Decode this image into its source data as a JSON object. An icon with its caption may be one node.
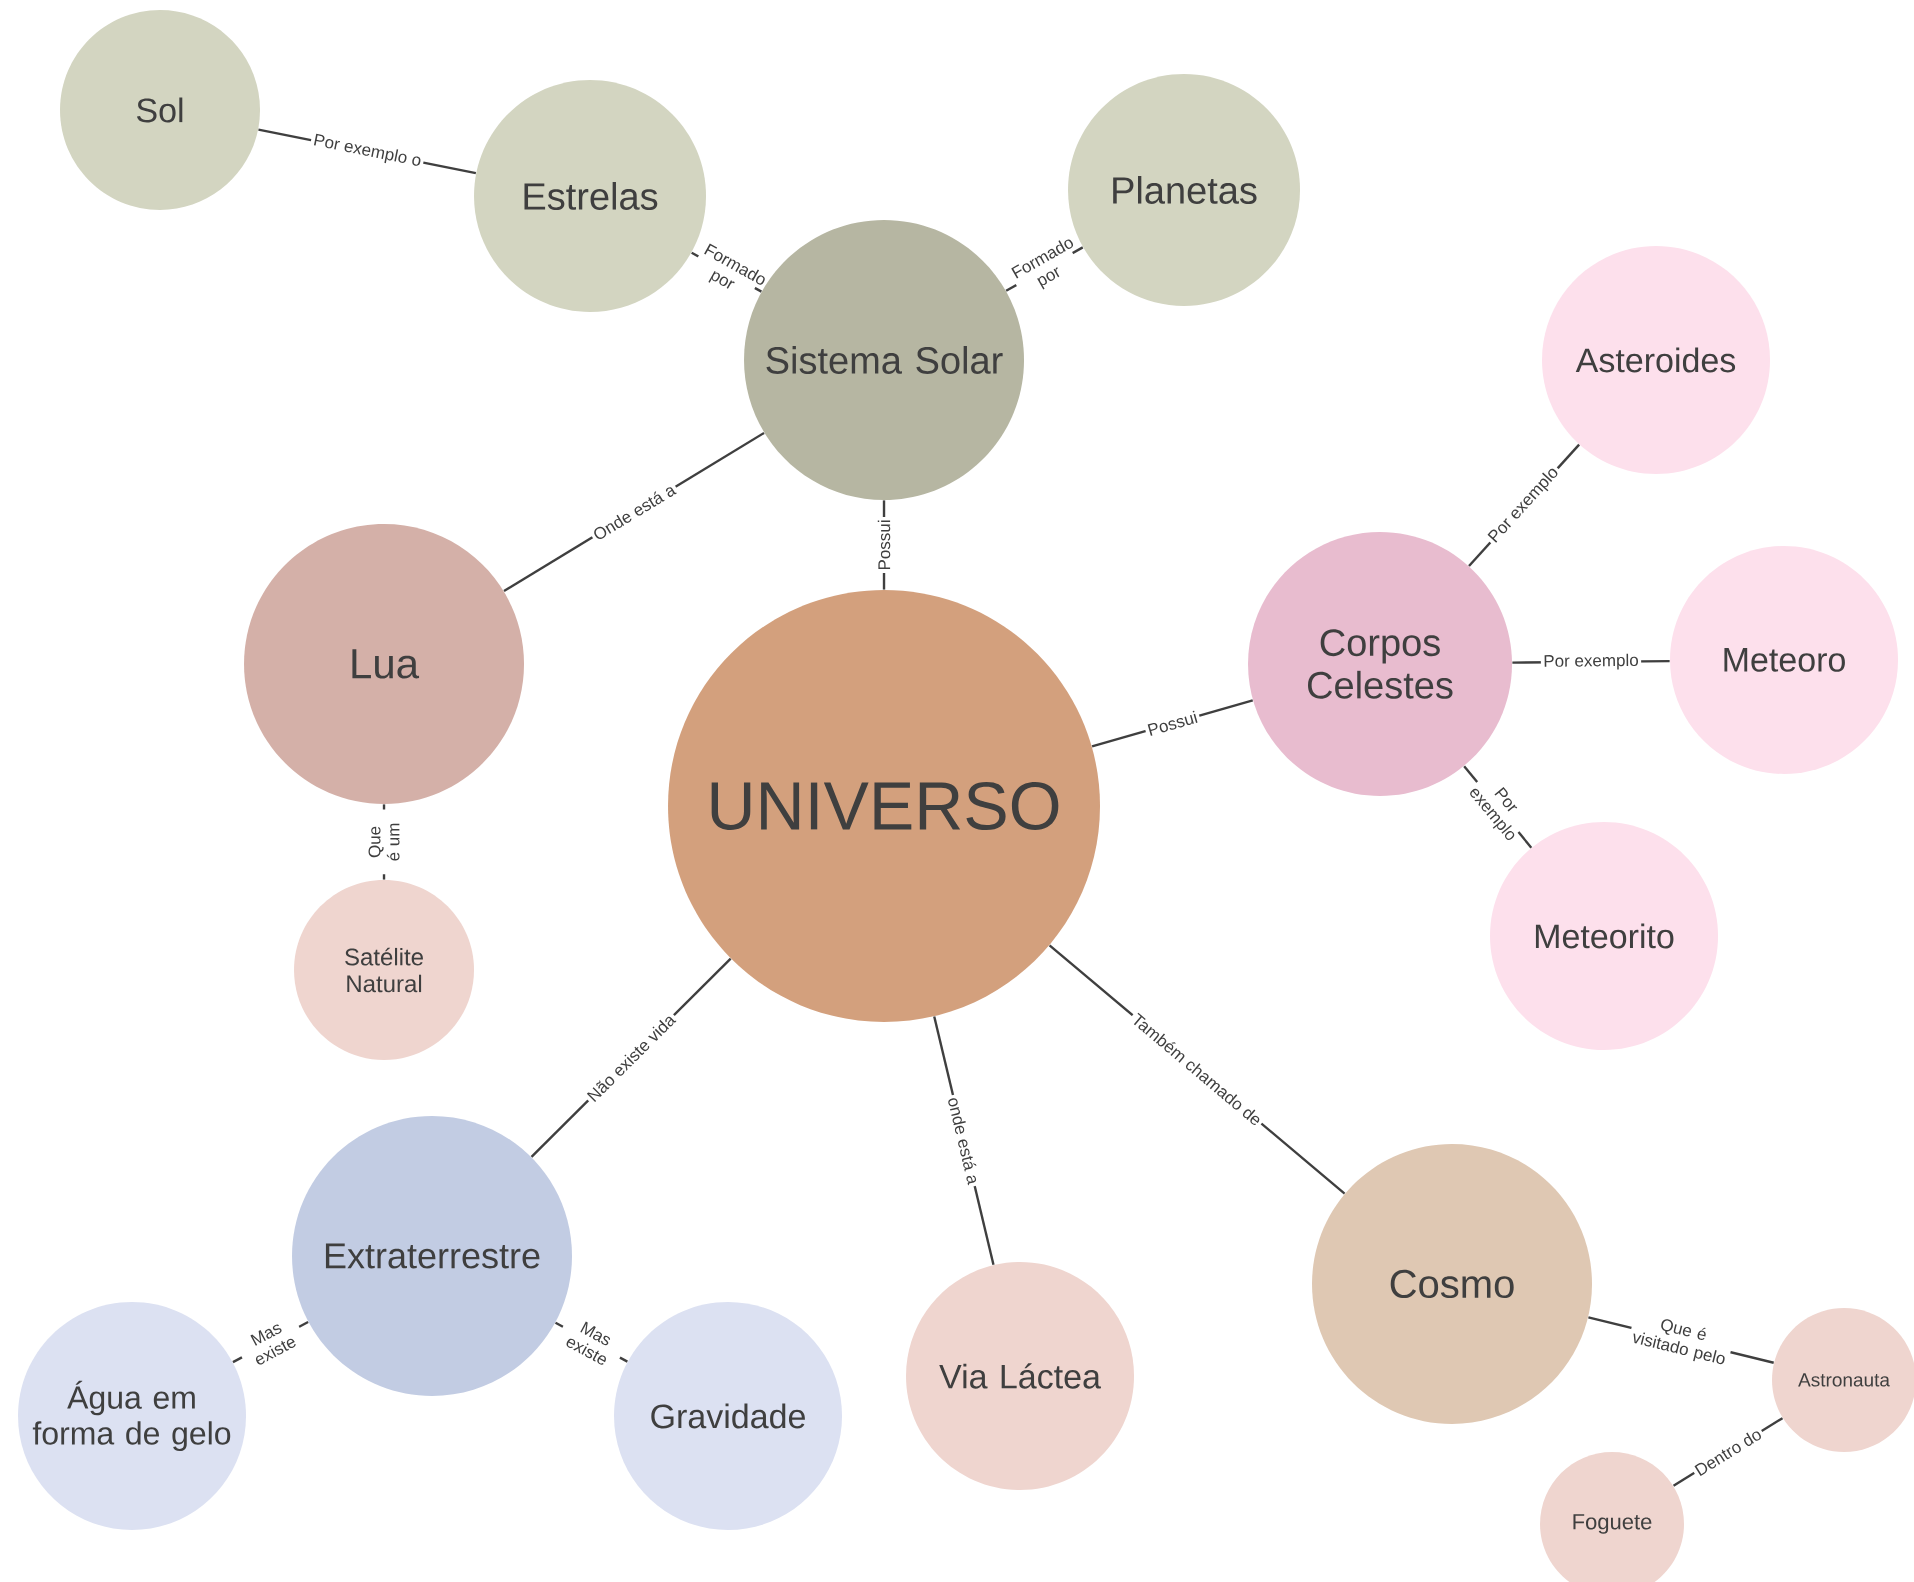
{
  "diagram": {
    "nodes": [
      {
        "text": [
          "Sol"
        ]
      },
      {
        "text": [
          "Estrelas"
        ]
      },
      {
        "text": [
          "Planetas"
        ]
      },
      {
        "text": [
          "Sistema Solar"
        ]
      },
      {
        "text": [
          "Asteroides"
        ]
      },
      {
        "text": [
          "Lua"
        ]
      },
      {
        "text": [
          "UNIVERSO"
        ]
      },
      {
        "text": [
          "Corpos Celestes"
        ]
      },
      {
        "text": [
          "Meteoro"
        ]
      },
      {
        "text": [
          "Satélite Natural"
        ]
      },
      {
        "text": [
          "Meteorito"
        ]
      },
      {
        "text": [
          "Extraterrestre"
        ]
      },
      {
        "text": [
          "Cosmo"
        ]
      },
      {
        "text": [
          "Água em forma de gelo"
        ]
      },
      {
        "text": [
          "Gravidade"
        ]
      },
      {
        "text": [
          "Via Láctea"
        ]
      },
      {
        "text": [
          "Astronauta"
        ]
      },
      {
        "text": [
          "Foguete"
        ]
      }
    ],
    "edges": [
      {
        "from": 1,
        "to": 0,
        "arrow": "none",
        "label": "Por exemplo o"
      },
      {
        "from": 3,
        "to": 1,
        "arrow": "none",
        "label": "Formado por"
      },
      {
        "from": 3,
        "to": 2,
        "arrow": "none",
        "label": "Formado por"
      },
      {
        "from": 6,
        "to": 3,
        "arrow": "none",
        "label": "Possui"
      },
      {
        "from": 3,
        "to": 5,
        "arrow": "none",
        "label": "Onde está a"
      },
      {
        "from": 5,
        "to": 9,
        "arrow": "none",
        "label": "Que é um"
      },
      {
        "from": 6,
        "to": 7,
        "arrow": "none",
        "label": "Possui"
      },
      {
        "from": 7,
        "to": 4,
        "arrow": "none",
        "label": "Por exemplo"
      },
      {
        "from": 7,
        "to": 8,
        "arrow": "none",
        "label": "Por exemplo"
      },
      {
        "from": 7,
        "to": 10,
        "arrow": "none",
        "label": "Por exemplo"
      },
      {
        "from": 6,
        "to": 11,
        "arrow": "none",
        "label": "Não existe vida"
      },
      {
        "from": 6,
        "to": 15,
        "arrow": "none",
        "label": "onde está a"
      },
      {
        "from": 6,
        "to": 12,
        "arrow": "none",
        "label": "Também chamado de"
      },
      {
        "from": 11,
        "to": 13,
        "arrow": "none",
        "label": "Mas existe"
      },
      {
        "from": 11,
        "to": 14,
        "arrow": "none",
        "label": "Mas existe"
      },
      {
        "from": 12,
        "to": 16,
        "arrow": "none",
        "label": "Que é visitado pelo"
      },
      {
        "from": 16,
        "to": 17,
        "arrow": "none",
        "label": "Dentro do"
      }
    ]
  }
}
